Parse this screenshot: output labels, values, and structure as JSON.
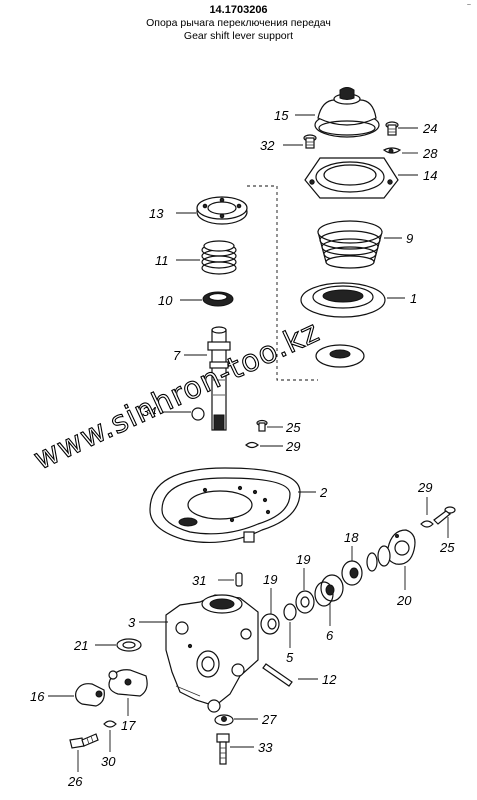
{
  "header": {
    "code": "14.1703206",
    "title_ru": "Опора рычага переключения передач",
    "title_en": "Gear shift lever support"
  },
  "corner_mark": "~",
  "watermark": "www.sinhron-too.kz",
  "labels": [
    {
      "id": "15",
      "text": "15"
    },
    {
      "id": "24",
      "text": "24"
    },
    {
      "id": "32",
      "text": "32"
    },
    {
      "id": "28",
      "text": "28"
    },
    {
      "id": "14",
      "text": "14"
    },
    {
      "id": "13",
      "text": "13"
    },
    {
      "id": "9",
      "text": "9"
    },
    {
      "id": "11",
      "text": "11"
    },
    {
      "id": "10",
      "text": "10"
    },
    {
      "id": "1",
      "text": "1"
    },
    {
      "id": "7",
      "text": "7"
    },
    {
      "id": "34",
      "text": "34"
    },
    {
      "id": "25a",
      "text": "25"
    },
    {
      "id": "29a",
      "text": "29"
    },
    {
      "id": "2",
      "text": "2"
    },
    {
      "id": "29b",
      "text": "29"
    },
    {
      "id": "25b",
      "text": "25"
    },
    {
      "id": "18",
      "text": "18"
    },
    {
      "id": "31",
      "text": "31"
    },
    {
      "id": "19",
      "text": "19"
    },
    {
      "id": "20",
      "text": "20"
    },
    {
      "id": "3",
      "text": "3"
    },
    {
      "id": "6",
      "text": "6"
    },
    {
      "id": "21",
      "text": "21"
    },
    {
      "id": "5",
      "text": "5"
    },
    {
      "id": "12",
      "text": "12"
    },
    {
      "id": "16",
      "text": "16"
    },
    {
      "id": "17",
      "text": "17"
    },
    {
      "id": "27",
      "text": "27"
    },
    {
      "id": "33",
      "text": "33"
    },
    {
      "id": "30",
      "text": "30"
    },
    {
      "id": "26",
      "text": "26"
    }
  ]
}
